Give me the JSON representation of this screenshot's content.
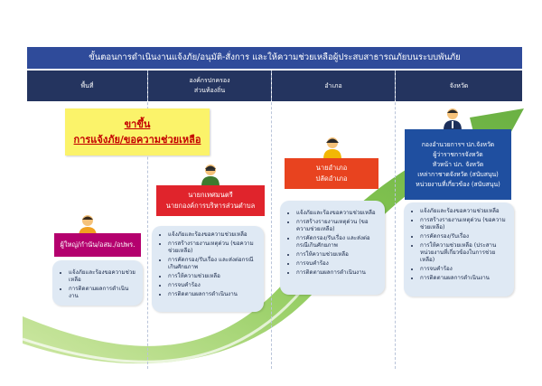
{
  "title": "ขั้นตอนการดำเนินงานแจ้งภัย/อนุมัติ-สั่งการ และให้ความช่วยเหลือผู้ประสบสาธารณภัยบนระบบพันภัย",
  "columns": [
    {
      "line1": "พื้นที่",
      "line2": ""
    },
    {
      "line1": "องค์กรปกครอง",
      "line2": "ส่วนท้องถิ่น"
    },
    {
      "line1": "อำเภอ",
      "line2": ""
    },
    {
      "line1": "จังหวัด",
      "line2": ""
    }
  ],
  "step": {
    "line1": "ขาขึ้น",
    "line2": "การแจ้งภัย/ขอความช่วยเหลือ"
  },
  "roles": {
    "area": {
      "line1": "ผู้ใหญ่/กำนัน/อสม./อปพร.",
      "line2": ""
    },
    "local": {
      "line1": "นายกเทศมนตรี",
      "line2": "นายกองค์การบริหารส่วนตำบล"
    },
    "district": {
      "line1": "นายอำเภอ",
      "line2": "ปลัดอำเภอ"
    },
    "province": {
      "line1": "กองอำนวยการฯ ปภ.จังหวัด",
      "line2": "ผู้ว่าราชการจังหวัด",
      "line3": "หัวหน้า ปภ. จังหวัด",
      "line4": "เหล่ากาชาดจังหวัด (สนับสนุน)",
      "line5": "หน่วยงานที่เกี่ยวข้อง (สนับสนุน)"
    }
  },
  "lists": {
    "area": [
      "แจ้งภัยและร้องขอความช่วยเหลือ",
      "การติดตามผลการดำเนินงาน"
    ],
    "local": [
      "แจ้งภัยและร้องขอความช่วยเหลือ",
      "การสร้างรายงานเหตุด่วน (ขอความช่วยเหลือ)",
      "การคัดกรอง/รับเรื่อง และส่งต่อกรณีเกินศักยภาพ",
      "การให้ความช่วยเหลือ",
      "การจบคำร้อง",
      "การติดตามผลการดำเนินงาน"
    ],
    "district": [
      "แจ้งภัยและร้องขอความช่วยเหลือ",
      "การสร้างรายงานเหตุด่วน (ขอความช่วยเหลือ)",
      "การคัดกรอง/รับเรื่อง และส่งต่อกรณีเกินศักยภาพ",
      "การให้ความช่วยเหลือ",
      "การจบคำร้อง",
      "การติดตามผลการดำเนินงาน"
    ],
    "province": [
      "แจ้งภัยและร้องขอความช่วยเหลือ",
      "การสร้างรายงานเหตุด่วน (ขอความช่วยเหลือ)",
      "การคัดกรอง/รับเรื่อง",
      "การให้ความช่วยเหลือ (ประสานหน่วยงานที่เกี่ยวข้องในการช่วยเหลือ)",
      "การจบคำร้อง",
      "การติดตามผลการดำเนินงาน"
    ]
  },
  "colors": {
    "title_bar": "#2f4b9a",
    "header": "#24345f",
    "arrow": "#7cc242",
    "area_role": "#b4006e",
    "local_role": "#e0242c",
    "district_role": "#e8431f",
    "province_role": "#1f4fa0",
    "step_bg": "#fbf36a",
    "step_text": "#c40000"
  },
  "icons": [
    "person-icon-area",
    "person-icon-local",
    "person-icon-district",
    "person-icon-province"
  ]
}
